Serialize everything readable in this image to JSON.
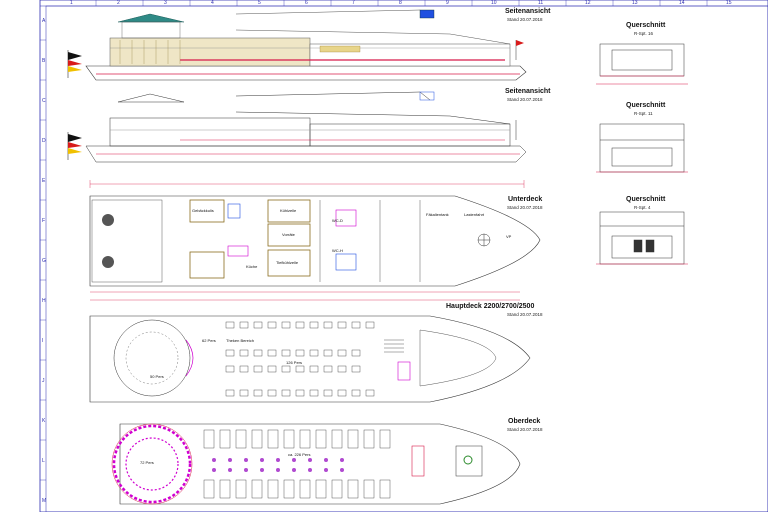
{
  "grid": {
    "columns": [
      "1",
      "2",
      "3",
      "4",
      "5",
      "6",
      "7",
      "8",
      "9",
      "10",
      "11",
      "12",
      "13",
      "14",
      "15"
    ],
    "rows": [
      "A",
      "B",
      "C",
      "D",
      "E",
      "F",
      "G",
      "H",
      "I",
      "J",
      "K",
      "L",
      "M"
    ]
  },
  "views": {
    "side_view_1": {
      "title": "Seitenansicht",
      "date": "Stand 20.07.2018"
    },
    "side_view_2": {
      "title": "Seitenansicht",
      "date": "Stand 20.07.2018"
    },
    "lower_deck": {
      "title": "Unterdeck",
      "date": "Stand 20.07.2018",
      "rooms": [
        "Gebäckkulis",
        "Kühlzelle",
        "Vorräte",
        "Tiefkühlzelle",
        "WC-D",
        "WC-H",
        "Küche",
        "Lastenfahrt",
        "Fäkalientank",
        "VP"
      ]
    },
    "main_deck": {
      "title": "Hauptdeck 2200/2700/2500",
      "date": "Stand 20.07.2018",
      "labels": [
        "62 Pers",
        "Theken Bereich",
        "126 Pers",
        "50 Pers"
      ]
    },
    "upper_deck": {
      "title": "Oberdeck",
      "date": "Stand 20.07.2018",
      "labels": [
        "72 Pers",
        "ca. 226 Pers"
      ]
    },
    "cross_sections": [
      {
        "title": "Querschnitt",
        "frame": "R-Spt. 16"
      },
      {
        "title": "Querschnitt",
        "frame": "R-Spt. 11"
      },
      {
        "title": "Querschnitt",
        "frame": "R-Spt. 4"
      }
    ]
  },
  "colors": {
    "frame": "#2b2bb0",
    "hull_line": "#333333",
    "accent_red": "#d81b4a",
    "accent_magenta": "#d000d0",
    "accent_blue": "#2050e0",
    "superstructure": "#efe6c6",
    "roof": "#2f8a86"
  }
}
